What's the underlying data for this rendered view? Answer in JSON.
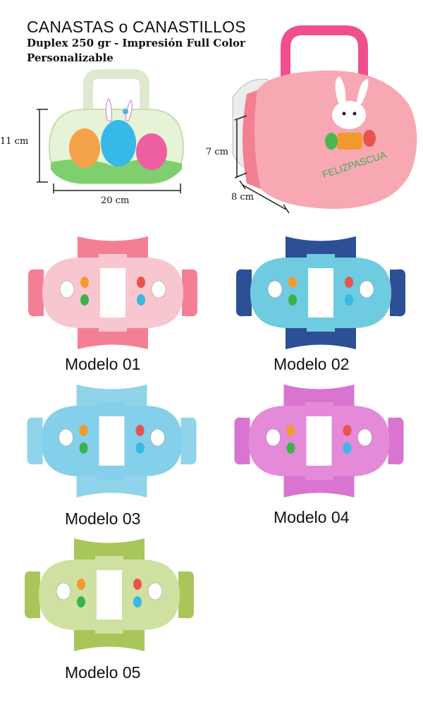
{
  "header": {
    "title": "CANASTAS o CANASTILLOS",
    "subtitle_line1": "Duplex 250 gr - Impresión Full Color",
    "subtitle_line2": "Personalizable"
  },
  "dimensions": {
    "height_front": "11 cm",
    "width_front": "20 cm",
    "height_side": "7 cm",
    "depth_side": "8 cm"
  },
  "product_print_text": "FELIZPASCUA",
  "models": [
    {
      "label": "Modelo 01",
      "color": "#f8c6cf",
      "accent": "#f47f95"
    },
    {
      "label": "Modelo 02",
      "color": "#6fcbe0",
      "accent": "#2c4f95"
    },
    {
      "label": "Modelo 03",
      "color": "#84cfe9",
      "accent": "#8fd4ea"
    },
    {
      "label": "Modelo 04",
      "color": "#e48ad9",
      "accent": "#d974d0"
    },
    {
      "label": "Modelo 05",
      "color": "#cfe1a0",
      "accent": "#a9c65a"
    }
  ]
}
